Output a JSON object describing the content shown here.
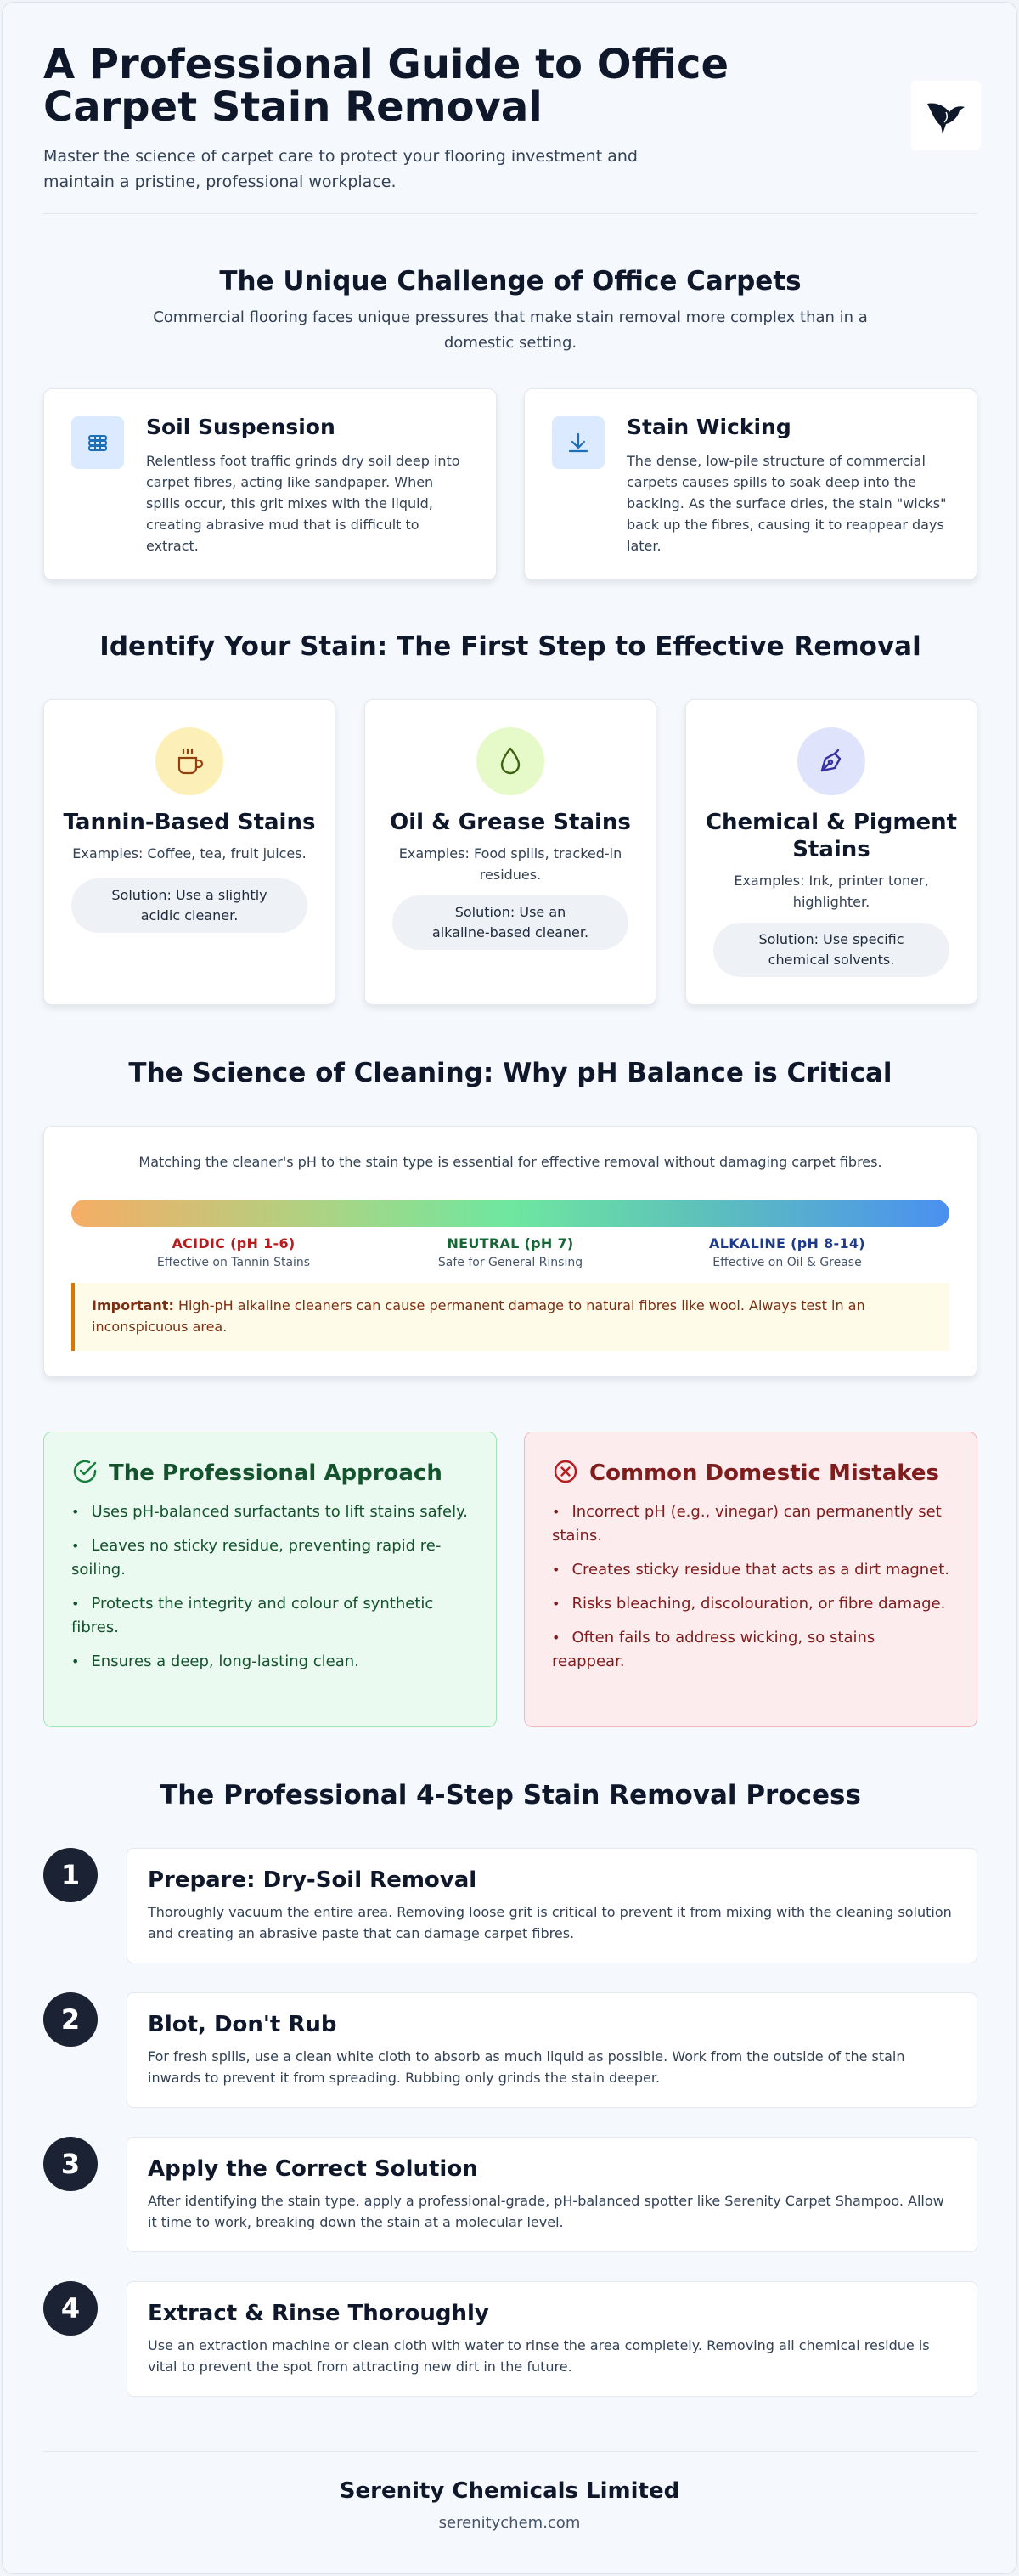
{
  "header": {
    "title": "A Professional Guide to Office Carpet Stain Removal",
    "subtitle": "Master the science of carpet care to protect your flooring investment and maintain a pristine, professional workplace.",
    "logo_icon": "bird-logo-icon"
  },
  "challenge": {
    "title": "The Unique Challenge of Office Carpets",
    "subtitle": "Commercial flooring faces unique pressures that make stain removal more complex than in a domestic setting.",
    "cards": [
      {
        "icon": "layers-icon",
        "title": "Soil Suspension",
        "text": "Relentless foot traffic grinds dry soil deep into carpet fibres, acting like sandpaper. When spills occur, this grit mixes with the liquid, creating abrasive mud that is difficult to extract."
      },
      {
        "icon": "absorb-down-icon",
        "title": "Stain Wicking",
        "text": "The dense, low-pile structure of commercial carpets causes spills to soak deep into the backing. As the surface dries, the stain \"wicks\" back up the fibres, causing it to reappear days later."
      }
    ]
  },
  "identify": {
    "title": "Identify Your Stain: The First Step to Effective Removal",
    "cards": [
      {
        "icon": "coffee-cup-icon",
        "icon_bg": "#fdefb8",
        "icon_color": "#92400e",
        "title": "Tannin-Based Stains",
        "examples": "Examples: Coffee, tea, fruit juices.",
        "solution": "Solution: Use a slightly acidic cleaner."
      },
      {
        "icon": "droplet-icon",
        "icon_bg": "#e6f9c8",
        "icon_color": "#3f6212",
        "title": "Oil & Grease Stains",
        "examples": "Examples: Food spills, tracked-in residues.",
        "solution": "Solution: Use an alkaline-based cleaner."
      },
      {
        "icon": "pen-tool-icon",
        "icon_bg": "#dfe3fb",
        "icon_color": "#3730a3",
        "title": "Chemical & Pigment Stains",
        "examples": "Examples: Ink, printer toner, highlighter.",
        "solution": "Solution: Use specific chemical solvents."
      }
    ]
  },
  "ph": {
    "title": "The Science of Cleaning: Why pH Balance is Critical",
    "description": "Matching the cleaner's pH to the stain type is essential for effective removal without damaging carpet fibres.",
    "scale": [
      {
        "label": "ACIDIC (pH 1-6)",
        "effect": "Effective on Tannin Stains",
        "color": "#b91c1c"
      },
      {
        "label": "NEUTRAL (pH 7)",
        "effect": "Safe for General Rinsing",
        "color": "#166534"
      },
      {
        "label": "ALKALINE (pH 8-14)",
        "effect": "Effective on Oil & Grease",
        "color": "#1e3a8a"
      }
    ],
    "note_label": "Important:",
    "note_text": "High-pH alkaline cleaners can cause permanent damage to natural fibres like wool. Always test in an inconspicuous area."
  },
  "compare": {
    "professional": {
      "icon": "check-circle-icon",
      "title": "The Professional Approach",
      "items": [
        "Uses pH-balanced surfactants to lift stains safely.",
        "Leaves no sticky residue, preventing rapid re-soiling.",
        "Protects the integrity and colour of synthetic fibres.",
        "Ensures a deep, long-lasting clean."
      ]
    },
    "domestic": {
      "icon": "x-circle-icon",
      "title": "Common Domestic Mistakes",
      "items": [
        "Incorrect pH (e.g., vinegar) can permanently set stains.",
        "Creates sticky residue that acts as a dirt magnet.",
        "Risks bleaching, discolouration, or fibre damage.",
        "Often fails to address wicking, so stains reappear."
      ]
    }
  },
  "process": {
    "title": "The Professional 4-Step Stain Removal Process",
    "steps": [
      {
        "number": "1",
        "title": "Prepare: Dry-Soil Removal",
        "text": "Thoroughly vacuum the entire area. Removing loose grit is critical to prevent it from mixing with the cleaning solution and creating an abrasive paste that can damage carpet fibres."
      },
      {
        "number": "2",
        "title": "Blot, Don't Rub",
        "text": "For fresh spills, use a clean white cloth to absorb as much liquid as possible. Work from the outside of the stain inwards to prevent it from spreading. Rubbing only grinds the stain deeper."
      },
      {
        "number": "3",
        "title": "Apply the Correct Solution",
        "text": "After identifying the stain type, apply a professional-grade, pH-balanced spotter like Serenity Carpet Shampoo. Allow it time to work, breaking down the stain at a molecular level."
      },
      {
        "number": "4",
        "title": "Extract & Rinse Thoroughly",
        "text": "Use an extraction machine or clean cloth with water to rinse the area completely. Removing all chemical residue is vital to prevent the spot from attracting new dirt in the future."
      }
    ]
  },
  "footer": {
    "company": "Serenity Chemicals Limited",
    "url": "serenitychem.com"
  }
}
